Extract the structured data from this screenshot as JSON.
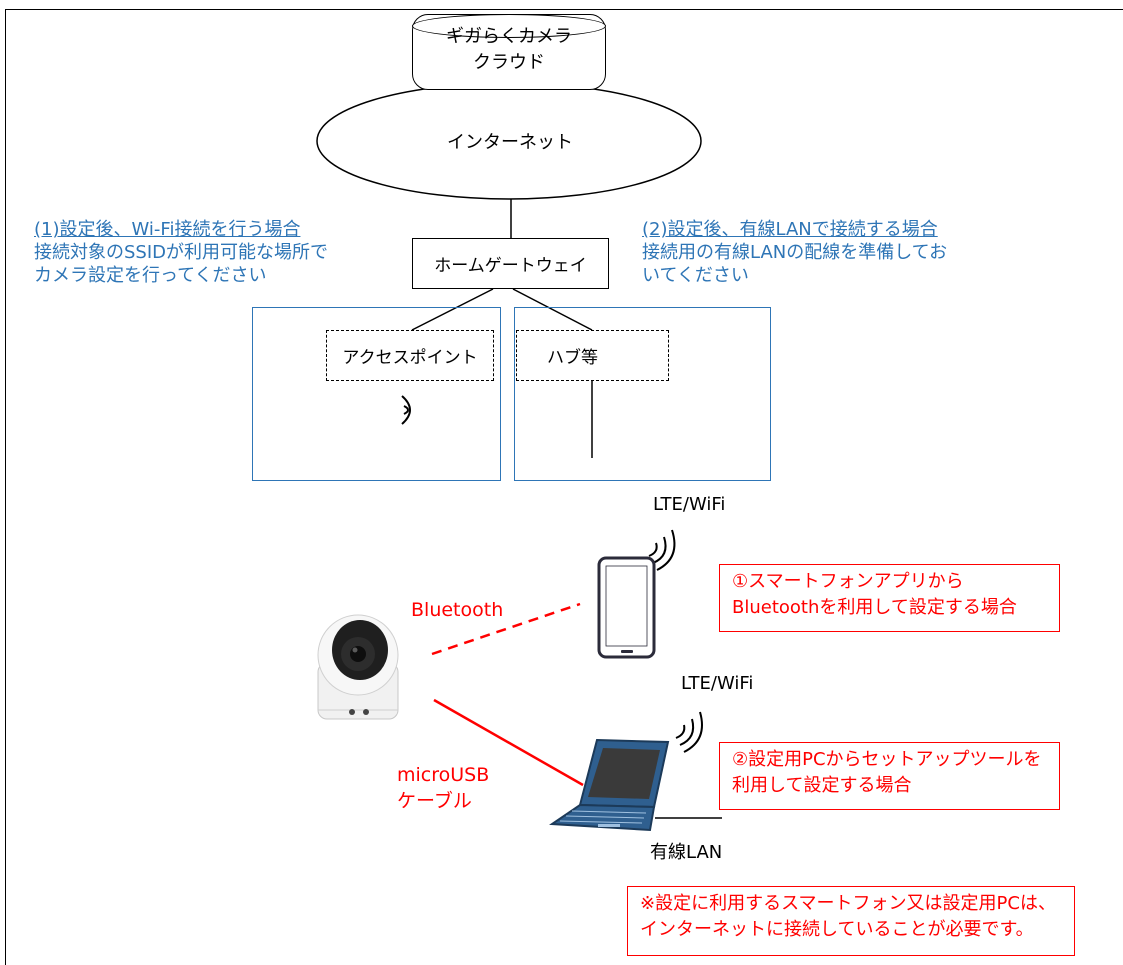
{
  "cloud": {
    "line1": "ギガらくカメラ",
    "line2": "クラウド"
  },
  "internet": {
    "label": "インターネット"
  },
  "gateway": {
    "label": "ホームゲートウェイ"
  },
  "access_point": {
    "label": "アクセスポイント"
  },
  "hub": {
    "label": "ハブ等"
  },
  "wifi_case": {
    "title": "(1)設定後、Wi-Fi接続を行う場合",
    "line2": "接続対象のSSIDが利用可能な場所で",
    "line3": "カメラ設定を行ってください"
  },
  "wired_case": {
    "title": "(2)設定後、有線LANで接続する場合",
    "line2": "接続用の有線LANの配線を準備してお",
    "line3": "いてください"
  },
  "phone": {
    "net_label": "LTE/WiFi"
  },
  "laptop": {
    "net_label": "LTE/WiFi",
    "wired_label": "有線LAN"
  },
  "connections": {
    "bluetooth": "Bluetooth",
    "usb_line1": "microUSB",
    "usb_line2": "ケーブル"
  },
  "method1": {
    "line1": "①スマートフォンアプリから",
    "line2": "Bluetoothを利用して設定する場合"
  },
  "method2": {
    "line1": "②設定用PCからセットアップツールを",
    "line2": "利用して設定する場合"
  },
  "note": {
    "line1": "※設定に利用するスマートフォン又は設定用PCは、",
    "line2": "インターネットに接続していることが必要です。"
  },
  "colors": {
    "blue": "#2e75b6",
    "red": "#ff0000",
    "laptop": "#2f5f8f"
  }
}
